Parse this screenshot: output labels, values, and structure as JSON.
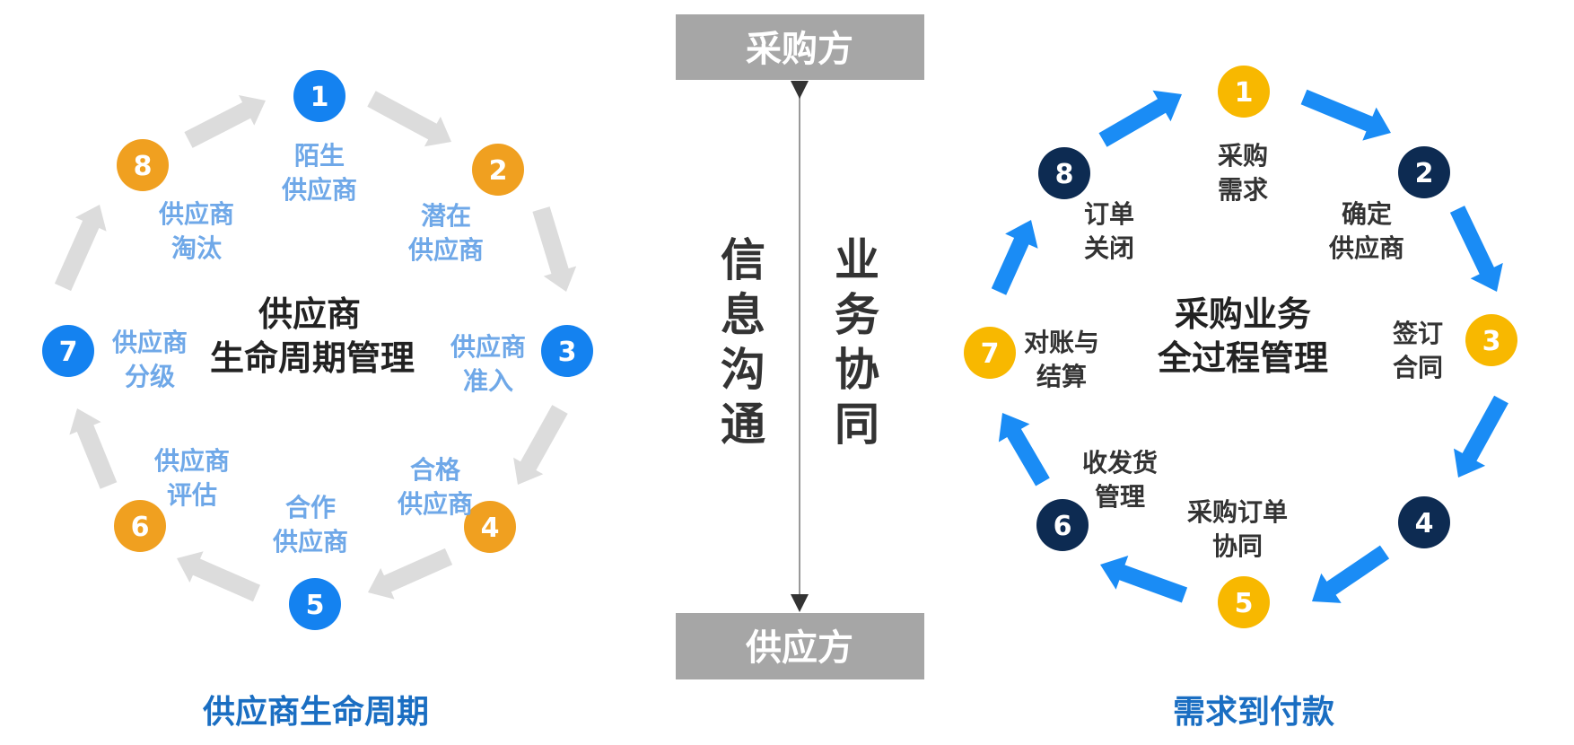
{
  "colors": {
    "blue": "#1482f0",
    "orange": "#f0a020",
    "yellow": "#f8b800",
    "navy": "#0d2b52",
    "gray_arrow": "#dcdcdc",
    "bright_arrow": "#1a8cf5",
    "box_gray": "#a6a6a6"
  },
  "left_cycle": {
    "center_title": [
      "供应商",
      "生命周期管理"
    ],
    "caption": "供应商生命周期",
    "nodes": [
      {
        "num": "1",
        "color": "blue",
        "label": [
          "陌生",
          "供应商"
        ]
      },
      {
        "num": "2",
        "color": "orange",
        "label": [
          "潜在",
          "供应商"
        ]
      },
      {
        "num": "3",
        "color": "blue",
        "label": [
          "供应商",
          "准入"
        ]
      },
      {
        "num": "4",
        "color": "orange",
        "label": [
          "合格",
          "供应商"
        ]
      },
      {
        "num": "5",
        "color": "blue",
        "label": [
          "合作",
          "供应商"
        ]
      },
      {
        "num": "6",
        "color": "orange",
        "label": [
          "供应商",
          "评估"
        ]
      },
      {
        "num": "7",
        "color": "blue",
        "label": [
          "供应商",
          "分级"
        ]
      },
      {
        "num": "8",
        "color": "orange",
        "label": [
          "供应商",
          "淘汰"
        ]
      }
    ]
  },
  "middle": {
    "top_box": "采购方",
    "bottom_box": "供应方",
    "left_vertical": [
      "信",
      "息",
      "沟",
      "通"
    ],
    "right_vertical": [
      "业",
      "务",
      "协",
      "同"
    ]
  },
  "right_cycle": {
    "center_title": [
      "采购业务",
      "全过程管理"
    ],
    "caption": "需求到付款",
    "nodes": [
      {
        "num": "1",
        "color": "yellow",
        "label": [
          "采购",
          "需求"
        ]
      },
      {
        "num": "2",
        "color": "navy",
        "label": [
          "确定",
          "供应商"
        ]
      },
      {
        "num": "3",
        "color": "yellow",
        "label": [
          "签订",
          "合同"
        ]
      },
      {
        "num": "4",
        "color": "navy",
        "label": []
      },
      {
        "num": "5",
        "color": "yellow",
        "label": [
          "采购订单",
          "协同"
        ]
      },
      {
        "num": "6",
        "color": "navy",
        "label": [
          "收发货",
          "管理"
        ]
      },
      {
        "num": "7",
        "color": "yellow",
        "label": [
          "对账与",
          "结算"
        ]
      },
      {
        "num": "8",
        "color": "navy",
        "label": [
          "订单",
          "关闭"
        ]
      }
    ]
  }
}
